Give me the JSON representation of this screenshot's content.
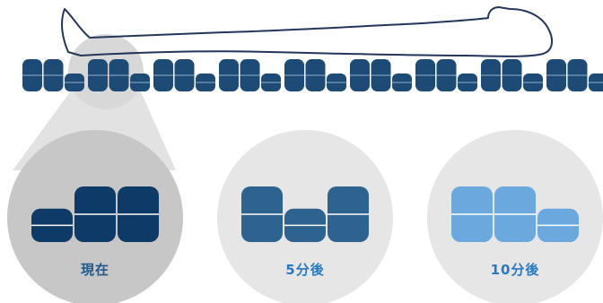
{
  "colors": {
    "mattress_dark": "#1d4b76",
    "mattress_line": "#6b8eae",
    "now_cells": "#0e3a67",
    "min5_cells": "#2f638f",
    "min10_cells": "#6aa8de",
    "label_now": "#1e5a8e",
    "label_later": "#2a78c0",
    "circle_now": "#c7c7c7",
    "circle_later": "#e6e6e6",
    "outline": "#24365a"
  },
  "icons": [
    "body-outline-icon",
    "magnifier-lens-icon",
    "air-cell-icon"
  ],
  "stages": [
    {
      "id": "now",
      "label": "現在"
    },
    {
      "id": "min5",
      "label": "5分後"
    },
    {
      "id": "min10",
      "label": "10分後"
    }
  ],
  "cell_states": {
    "now": [
      0.6,
      1.0,
      1.0
    ],
    "min5": [
      1.0,
      0.6,
      1.0
    ],
    "min10": [
      1.0,
      1.0,
      0.6
    ]
  }
}
